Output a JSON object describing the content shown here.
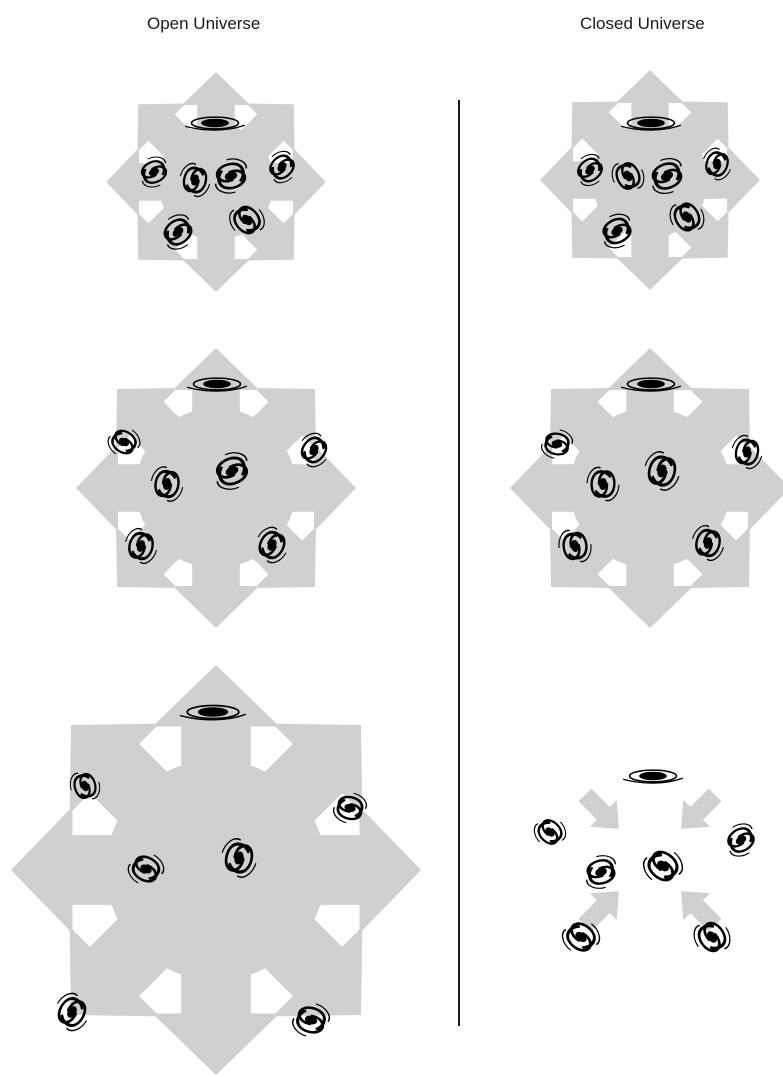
{
  "diagram": {
    "left_column": {
      "title": "Open Universe",
      "stages": [
        "expanding",
        "expanding",
        "expanding"
      ]
    },
    "right_column": {
      "title": "Closed Universe",
      "stages": [
        "expanding",
        "expanding",
        "contracting"
      ]
    },
    "colors": {
      "arrow": "#d0d0d0",
      "galaxy": "#000000",
      "divider": "#1a1a1a",
      "background": "#ffffff"
    },
    "icon_names": [
      "expansion-arrow-icon",
      "contraction-arrow-icon",
      "spiral-galaxy-icon"
    ]
  }
}
